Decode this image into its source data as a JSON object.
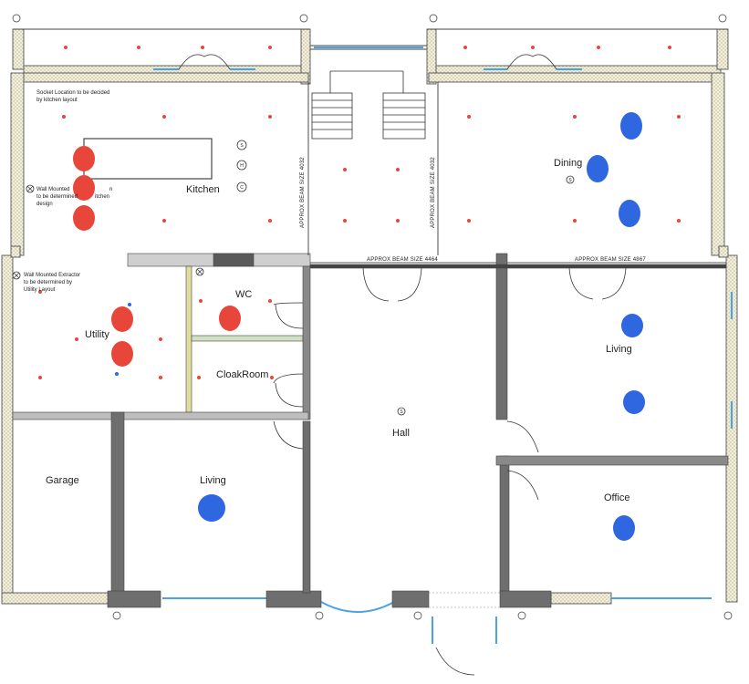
{
  "rooms": {
    "kitchen": "Kitchen",
    "dining": "Dining",
    "utility": "Utility",
    "wc": "WC",
    "cloakroom": "CloakRoom",
    "hall": "Hall",
    "living_right": "Living",
    "garage": "Garage",
    "living_bottom": "Living",
    "office": "Office"
  },
  "notes": {
    "socket_line1": "Socket Location to be decided",
    "socket_line2": "by kitchen layout",
    "wall_mounted_kitchen_line1": "Wall Mounted",
    "wall_mounted_kitchen_line1b": "n",
    "wall_mounted_kitchen_line2": "to be determined",
    "wall_mounted_kitchen_line2b": "itchen",
    "wall_mounted_kitchen_line3": "design",
    "extractor_line1": "Wall Mounted Extractor",
    "extractor_line2": "to be determined by",
    "extractor_line3": "Utility Layout"
  },
  "beams": {
    "vertical_left": "APPROX BEAM SIZE 4032",
    "vertical_right": "APPROX BEAM SIZE 4032",
    "horizontal_hall": "APPROX BEAM SIZE 4464",
    "horizontal_living": "APPROX BEAM SIZE 4867"
  },
  "symbols": {
    "s": "S",
    "h": "H",
    "c": "C"
  },
  "colors": {
    "red_fixture": "#e8463a",
    "blue_fixture": "#2f67e0",
    "wall_dark": "#6e6e6e",
    "window": "#4aa3df",
    "insulation": "#e8e0a8"
  }
}
